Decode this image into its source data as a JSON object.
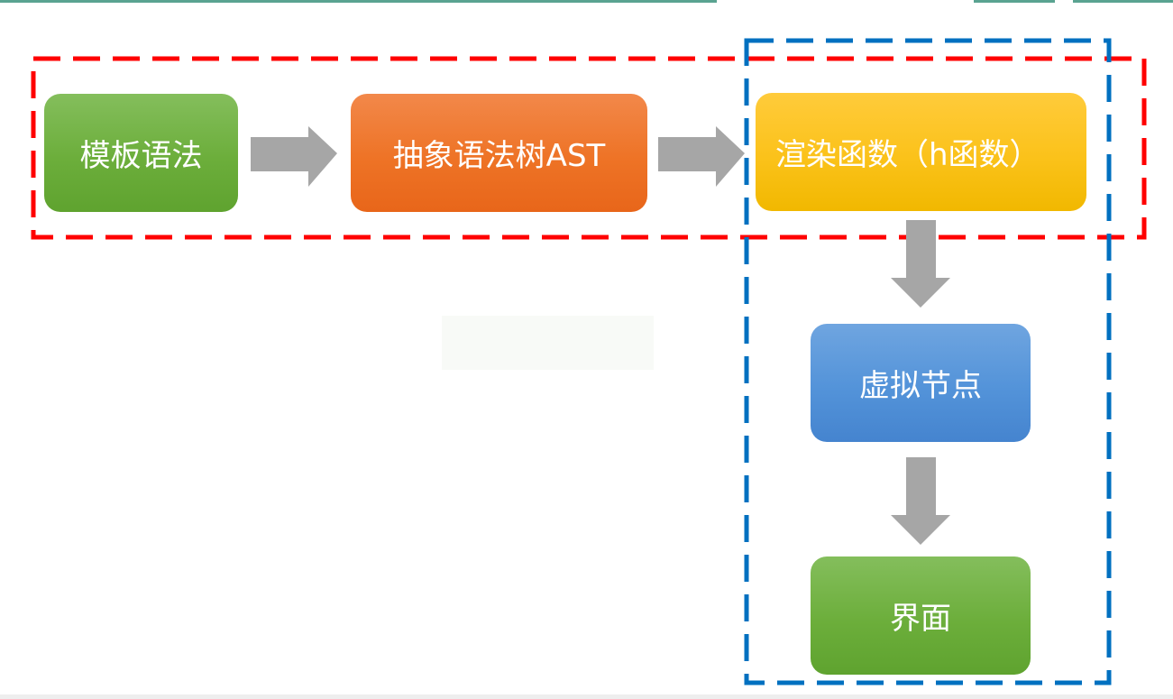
{
  "diagram": {
    "nodes": {
      "template": "模板语法",
      "ast": "抽象语法树AST",
      "render": "渲染函数（h函数）",
      "vnode": "虚拟节点",
      "ui": "界面"
    },
    "colors": {
      "green": "#6cae3b",
      "orange": "#ee7326",
      "yellow": "#fbc21a",
      "blue": "#5393d9",
      "arrow": "#a6a6a6",
      "red_dash": "#ff0000",
      "blue_dash": "#0070c0"
    }
  }
}
